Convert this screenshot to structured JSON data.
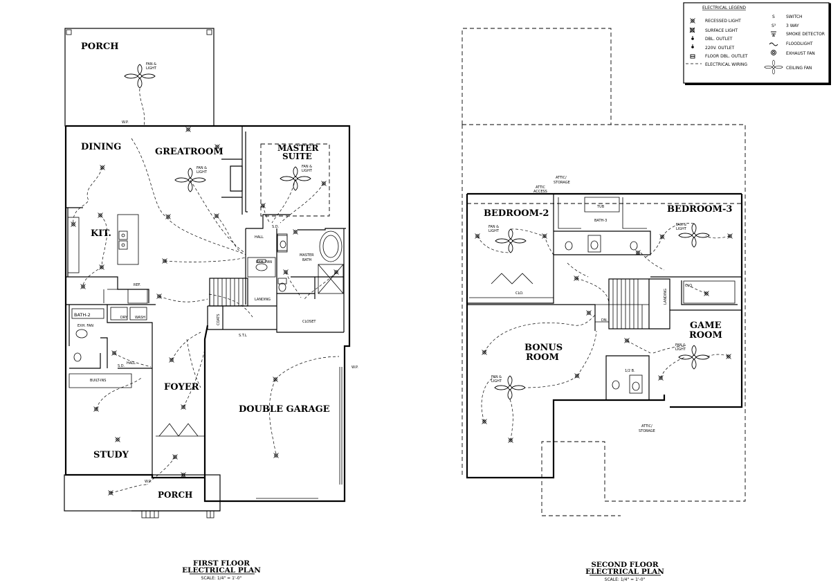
{
  "legend": {
    "title": "ELECTRICAL LEGEND",
    "items": [
      {
        "icon": "recessed-light-icon",
        "label": "RECESSED LIGHT"
      },
      {
        "icon": "surface-light-icon",
        "label": "SURFACE LIGHT"
      },
      {
        "icon": "dbl-outlet-icon",
        "label": "DBL. OUTLET"
      },
      {
        "icon": "220v-outlet-icon",
        "label": "220V. OUTLET"
      },
      {
        "icon": "floor-outlet-icon",
        "label": "FLOOR DBL. OUTLET"
      },
      {
        "icon": "wiring-icon",
        "label": "ELECTRICAL WIRING"
      }
    ],
    "items_right": [
      {
        "icon": "switch-icon",
        "symbol": "S",
        "label": "SWITCH"
      },
      {
        "icon": "three-way-icon",
        "symbol": "S³",
        "label": "3 WAY"
      },
      {
        "icon": "smoke-detector-icon",
        "label": "SMOKE DETECTOR"
      },
      {
        "icon": "floodlight-icon",
        "label": "FLOODLIGHT"
      },
      {
        "icon": "exhaust-fan-icon",
        "label": "EXHAUST FAN"
      },
      {
        "icon": "ceiling-fan-icon",
        "label": "CEILING FAN"
      }
    ]
  },
  "first_floor": {
    "title_1": "FIRST FLOOR",
    "title_2": "ELECTRICAL PLAN",
    "scale": "SCALE: 1/4\" = 1'-0\"",
    "rooms": {
      "porch_top": "PORCH",
      "dining": "DINING",
      "greatroom": "GREATROOM",
      "master_1": "MASTER",
      "master_2": "SUITE",
      "kit": "KIT.",
      "bath2": "BATH-2",
      "study": "STUDY",
      "foyer": "FOYER",
      "garage": "DOUBLE GARAGE",
      "porch_bottom": "PORCH"
    },
    "labels": {
      "fan_1": "FAN &",
      "fan_2": "LIGHT",
      "hall": "HALL",
      "hall2": "HALL",
      "master_bath_1": "MASTER",
      "master_bath_2": "BATH",
      "landing": "LANDING",
      "closet": "CLOSET",
      "coats": "COATS",
      "ref": "REF.",
      "dry": "DRY",
      "wash": "WASH",
      "built_ins": "BUILT-INS",
      "sd": "S.D.",
      "wp": "W.P.",
      "exh_fan": "EXH. FAN",
      "stl": "S.T.L"
    }
  },
  "second_floor": {
    "title_1": "SECOND FLOOR",
    "title_2": "ELECTRICAL PLAN",
    "scale": "SCALE: 1/4\" = 1'-0\"",
    "rooms": {
      "bedroom2": "BEDROOM-2",
      "bedroom3": "BEDROOM-3",
      "bonus_1": "BONUS",
      "bonus_2": "ROOM",
      "game_1": "GAME",
      "game_2": "ROOM"
    },
    "labels": {
      "attic_storage_1": "ATTIC/",
      "attic_storage_2": "STORAGE",
      "attic_access_1": "ATTIC",
      "attic_access_2": "ACCESS",
      "tub": "TUB",
      "bath3": "BATH-3",
      "clo": "CLO.",
      "clo2": "CLO.",
      "landing": "LANDING",
      "dn": "DN.",
      "half_bath": "1/2 B.",
      "fan_1": "FAN &",
      "fan_2": "LIGHT"
    }
  }
}
